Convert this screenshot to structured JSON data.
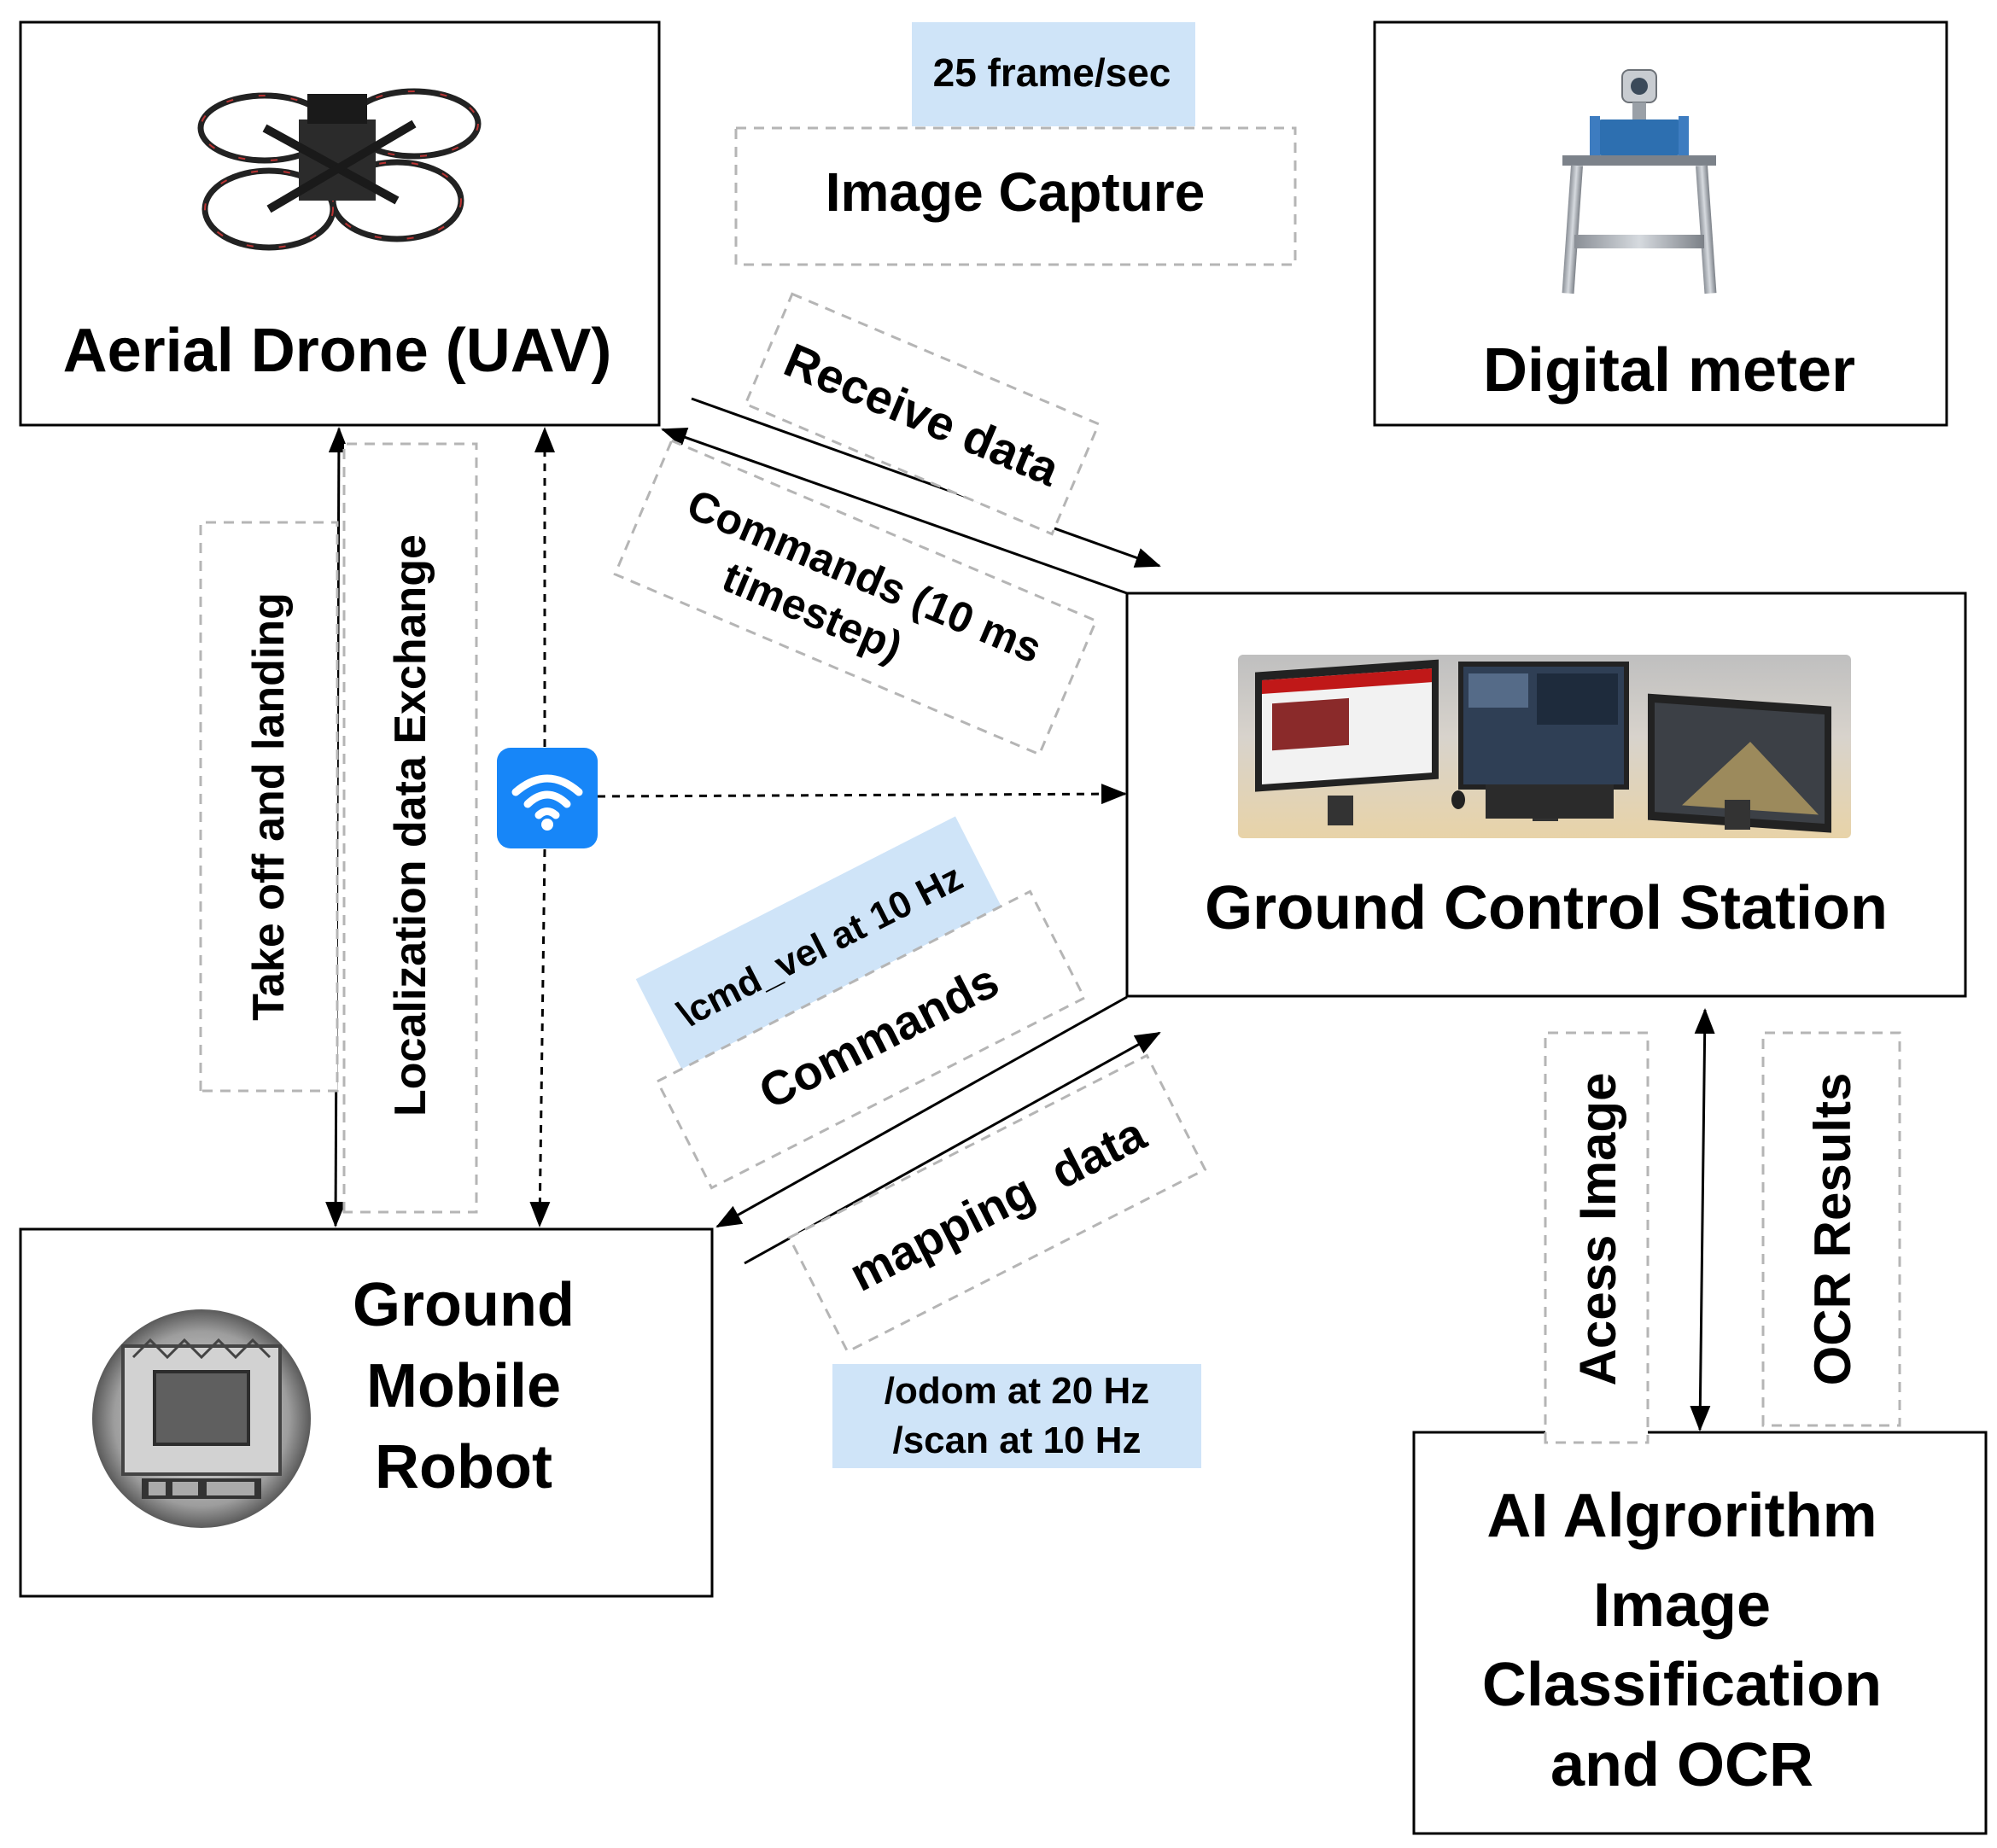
{
  "nodes": {
    "drone": "Aerial Drone (UAV)",
    "meter": "Digital meter",
    "gcs": "Ground Control Station",
    "robot": [
      "Ground",
      "Mobile",
      "Robot"
    ],
    "ai": [
      "AI Algrorithm",
      "Image",
      "Classification",
      "and OCR"
    ]
  },
  "labels": {
    "frame_rate": "25 frame/sec",
    "image_capture": "Image Capture",
    "receive_data": "Receive data",
    "commands_timestep": [
      "Commands (10 ms",
      "timestep)"
    ],
    "takeoff": "Take off and landing",
    "localization": "Localization data Exchange",
    "cmd_vel": "\\cmd_vel at 10 Hz",
    "commands": "Commands",
    "mapping_data": "mapping  data",
    "odom_scan": [
      "/odom at 20 Hz",
      "/scan at 10 Hz"
    ],
    "acess_image": "Acess Image",
    "ocr_results": "OCR Results"
  },
  "icons": {
    "drone": "drone-image",
    "meter": "flow-meter-image",
    "gcs": "control-room-monitors-image",
    "robot": "mobile-robot-image",
    "hub": "wifi-icon"
  },
  "colors": {
    "label_highlight": "#cfe4f8",
    "wifi_badge": "#1786f8",
    "dashed_border": "#b5b5b5"
  }
}
